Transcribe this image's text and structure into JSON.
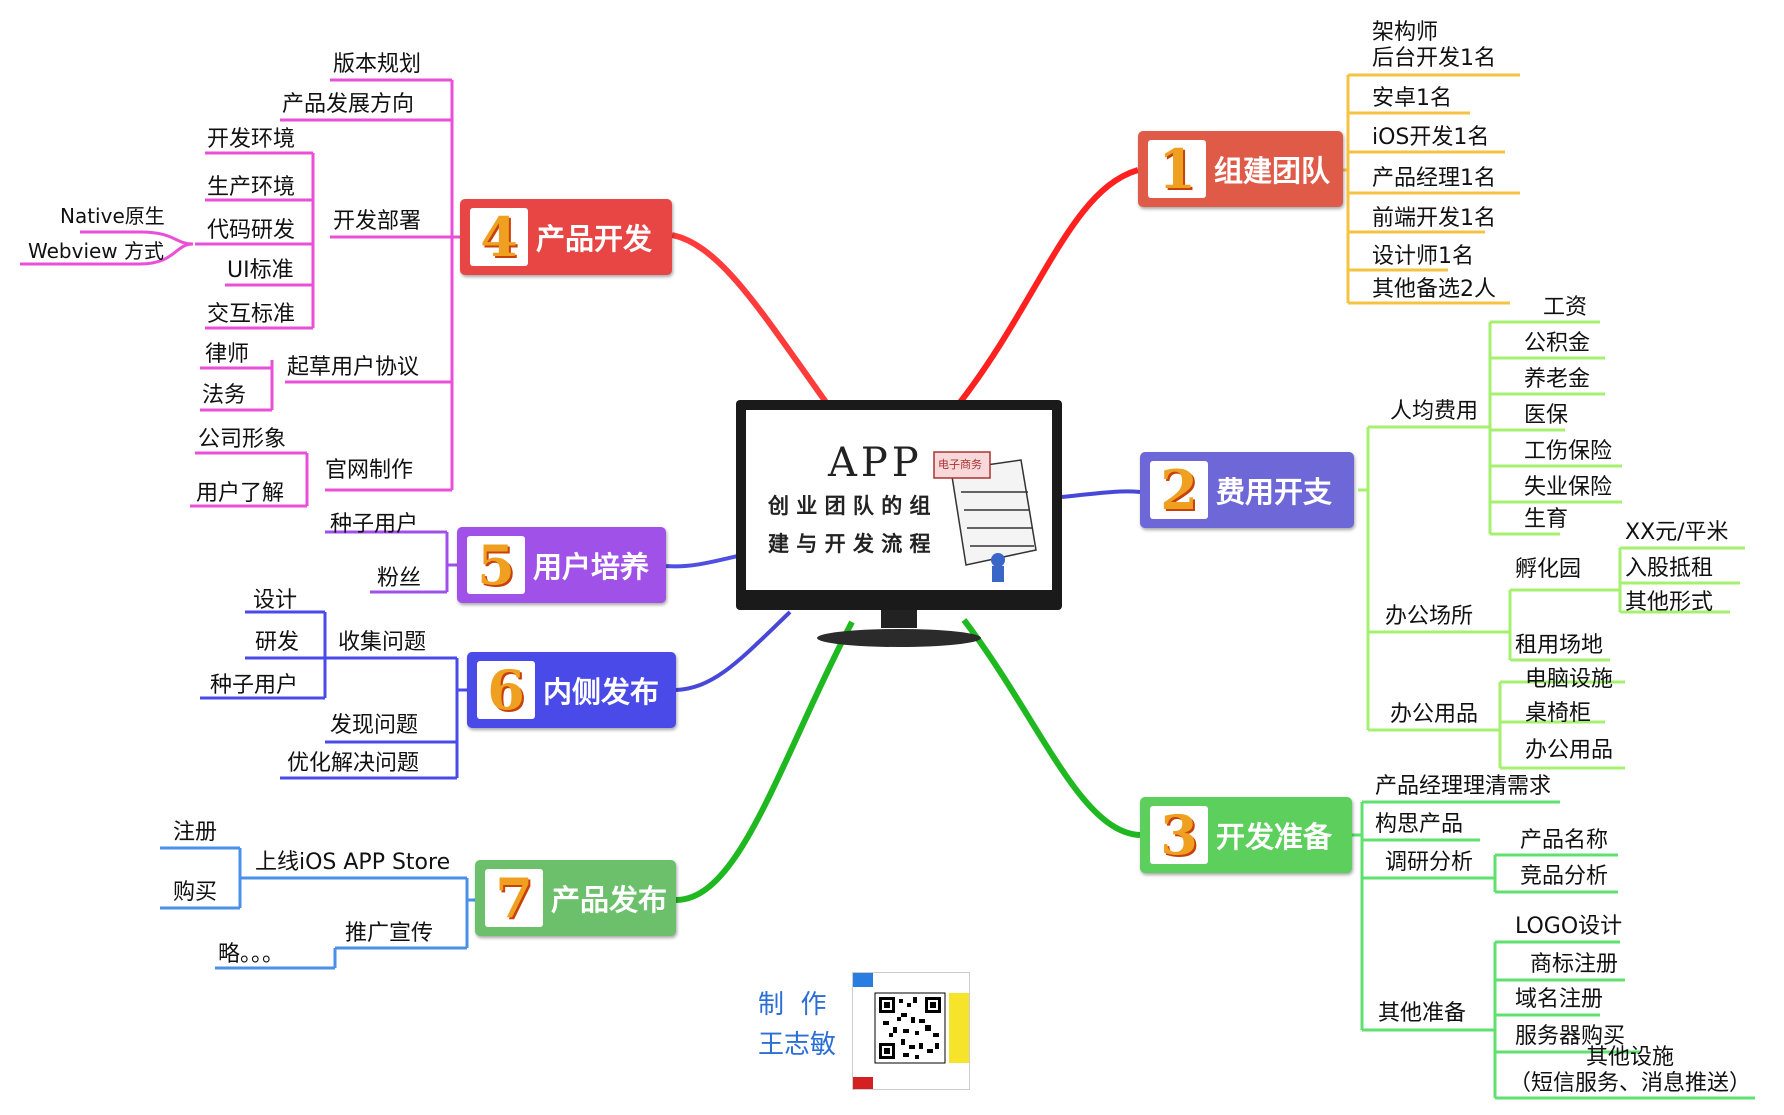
{
  "center": {
    "title": "APP",
    "line1": "创 业 团 队 的 组",
    "line2": "建 与 开 发 流 程",
    "sign": "电子商务"
  },
  "credit": {
    "line1": "制  作",
    "line2": "王志敏"
  },
  "colors": {
    "orange": "#f5c342",
    "purple": "#6767d8",
    "green": "#5ccf5c",
    "red": "#e84040",
    "violet": "#a050e8",
    "blue": "#4a4ae8",
    "green2": "#6cc06c",
    "magenta": "#ea4fd8",
    "lime": "#a6f070",
    "blue2": "#4a90e8"
  },
  "branches": {
    "b1": {
      "num": "1",
      "label": "组建团队",
      "items": [
        "架构师\n后台开发1名",
        "安卓1名",
        "iOS开发1名",
        "产品经理1名",
        "前端开发1名",
        "设计师1名",
        "其他备选2人"
      ]
    },
    "b2": {
      "num": "2",
      "label": "费用开支",
      "per": {
        "label": "人均费用",
        "items": [
          "工资",
          "公积金",
          "养老金",
          "医保",
          "工伤保险",
          "失业保险",
          "生育"
        ]
      },
      "office": {
        "label": "办公场所",
        "inc": {
          "label": "孵化园",
          "items": [
            "XX元/平米",
            "入股抵租",
            "其他形式"
          ]
        },
        "rent": "租用场地"
      },
      "supplies": {
        "label": "办公用品",
        "items": [
          "电脑设施",
          "桌椅柜",
          "办公用品"
        ]
      }
    },
    "b3": {
      "num": "3",
      "label": "开发准备",
      "req": "产品经理理清需求",
      "concept": "构思产品",
      "research": {
        "label": "调研分析",
        "items": [
          "产品名称",
          "竞品分析"
        ]
      },
      "other": {
        "label": "其他准备",
        "items": [
          "LOGO设计",
          "商标注册",
          "域名注册",
          "服务器购买",
          "其他设施\n（短信服务、消息推送）"
        ]
      }
    },
    "b4": {
      "num": "4",
      "label": "产品开发",
      "plan": "版本规划",
      "direction": "产品发展方向",
      "deploy": {
        "label": "开发部署",
        "items": [
          "开发环境",
          "生产环境",
          "代码研发",
          "UI标准",
          "交互标准"
        ],
        "code_sub": [
          "Native原生",
          "Webview 方式"
        ]
      },
      "agreement": {
        "label": "起草用户协议",
        "items": [
          "律师",
          "法务"
        ]
      },
      "site": {
        "label": "官网制作",
        "items": [
          "公司形象",
          "用户了解"
        ]
      }
    },
    "b5": {
      "num": "5",
      "label": "用户培养",
      "items": [
        "种子用户",
        "粉丝"
      ]
    },
    "b6": {
      "num": "6",
      "label": "内侧发布",
      "collect": {
        "label": "收集问题",
        "items": [
          "设计",
          "研发",
          "种子用户"
        ]
      },
      "find": "发现问题",
      "solve": "优化解决问题"
    },
    "b7": {
      "num": "7",
      "label": "产品发布",
      "ios": {
        "label": "上线iOS APP Store",
        "items": [
          "注册",
          "购买"
        ]
      },
      "promo": {
        "label": "推广宣传",
        "items": [
          "略。。。"
        ]
      }
    }
  }
}
